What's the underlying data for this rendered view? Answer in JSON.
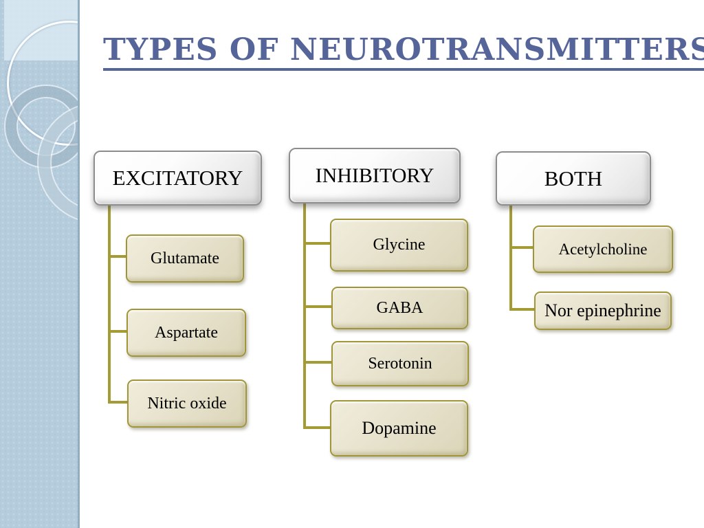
{
  "slide": {
    "title": "TYPES OF NEUROTRANSMITTERS"
  },
  "diagram": {
    "columns": [
      {
        "id": "excitatory",
        "header": "EXCITATORY",
        "children": [
          "Glutamate",
          "Aspartate",
          "Nitric oxide"
        ]
      },
      {
        "id": "inhibitory",
        "header": "INHIBITORY",
        "children": [
          "Glycine",
          "GABA",
          "Serotonin",
          "Dopamine"
        ]
      },
      {
        "id": "both",
        "header": "BOTH",
        "children": [
          "Acetylcholine",
          "Nor epinephrine"
        ]
      }
    ]
  },
  "colors": {
    "title_text": "#55659a",
    "title_underline": "#55659a",
    "connector_line": "#a59b35",
    "category_box_fill": "#f2f2f2",
    "category_box_border": "#8d8d8d",
    "leaf_box_fill": "#e6e1cb",
    "leaf_box_border": "#a09639",
    "sidebar_blue": "#b5ccdd",
    "slide_background": "#ffffff"
  }
}
